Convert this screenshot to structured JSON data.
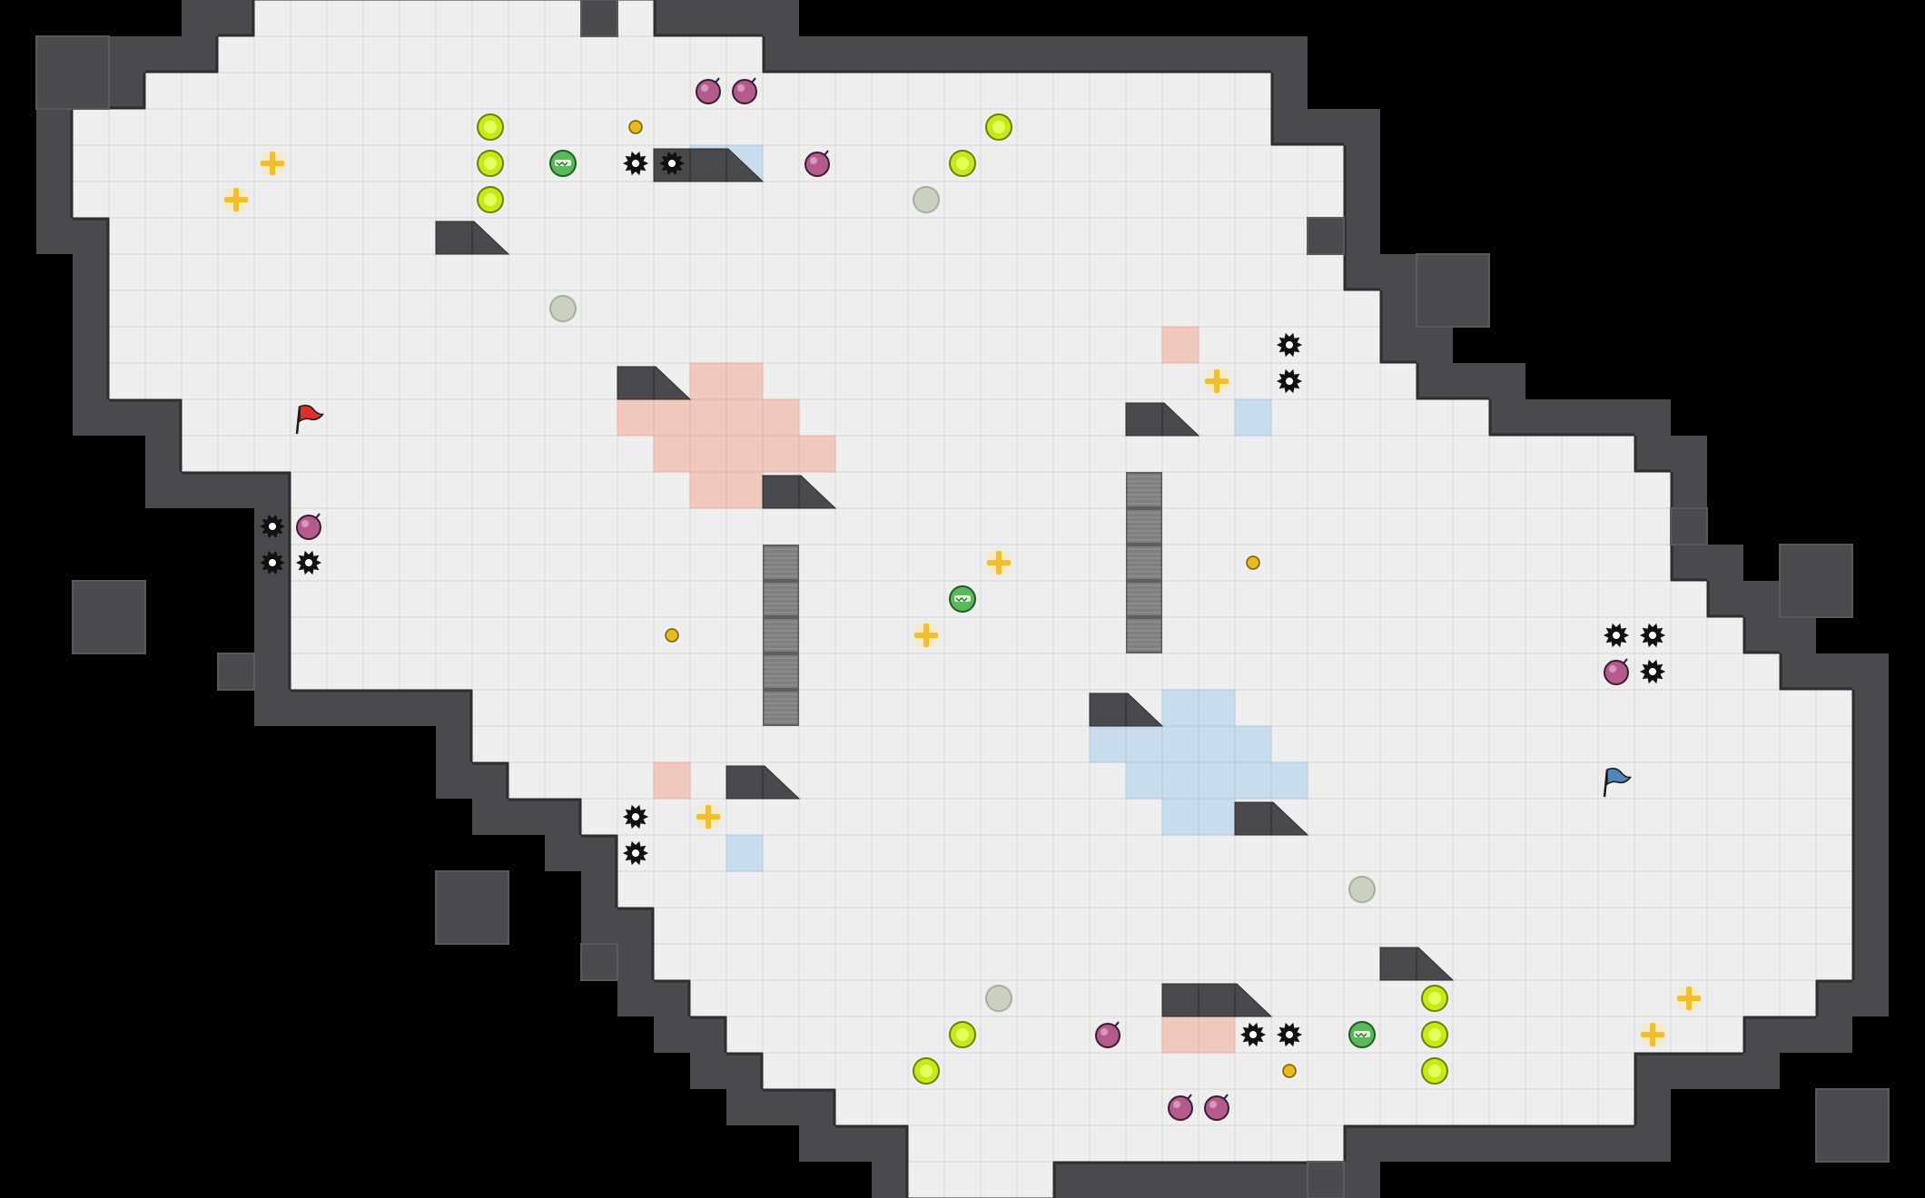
{
  "map": {
    "cols": 52,
    "rows": 33,
    "colors": {
      "background": "#000000",
      "floor": "#eeeeee",
      "grid_line": "#d6d6d6",
      "wall": "#4a4a4e",
      "wall_edge": "#2c2c2e",
      "red_tile": "#f0c8bc",
      "blue_tile": "#c8dced",
      "grate": "#7f7f82",
      "boost": "#c6e81a",
      "powerup": "#f5bd2a",
      "bomb": "#b35a8e",
      "spike": "#111111",
      "jukejuice": "#57b95a",
      "portal_inactive": "#c9d2c0",
      "button": "#e8b81c",
      "red_flag": "#d8322a",
      "blue_flag": "#4f88b8"
    },
    "floor_rows": [
      [
        7,
        17
      ],
      [
        6,
        20
      ],
      [
        4,
        34
      ],
      [
        2,
        34
      ],
      [
        2,
        36
      ],
      [
        2,
        36
      ],
      [
        3,
        36
      ],
      [
        3,
        36
      ],
      [
        3,
        37
      ],
      [
        3,
        37
      ],
      [
        3,
        38
      ],
      [
        5,
        40
      ],
      [
        5,
        44
      ],
      [
        8,
        45
      ],
      [
        8,
        45
      ],
      [
        8,
        45
      ],
      [
        8,
        46
      ],
      [
        8,
        47
      ],
      [
        8,
        48
      ],
      [
        13,
        50
      ],
      [
        13,
        50
      ],
      [
        14,
        50
      ],
      [
        16,
        50
      ],
      [
        17,
        50
      ],
      [
        17,
        50
      ],
      [
        18,
        50
      ],
      [
        18,
        50
      ],
      [
        19,
        49
      ],
      [
        20,
        47
      ],
      [
        21,
        44
      ],
      [
        23,
        44
      ],
      [
        25,
        36
      ],
      [
        25,
        28
      ]
    ]
  },
  "islands": [
    {
      "name": "island-a",
      "cells": [
        [
          1,
          1
        ],
        [
          2,
          1
        ],
        [
          1,
          2
        ],
        [
          2,
          2
        ]
      ]
    },
    {
      "name": "island-b",
      "cells": [
        [
          16,
          0
        ]
      ]
    },
    {
      "name": "island-c",
      "cells": [
        [
          2,
          16
        ],
        [
          3,
          16
        ],
        [
          2,
          17
        ],
        [
          3,
          17
        ]
      ]
    },
    {
      "name": "island-d",
      "cells": [
        [
          6,
          18
        ]
      ]
    },
    {
      "name": "island-e",
      "cells": [
        [
          36,
          6
        ]
      ]
    },
    {
      "name": "island-f",
      "cells": [
        [
          39,
          7
        ],
        [
          40,
          7
        ],
        [
          39,
          8
        ],
        [
          40,
          8
        ]
      ]
    },
    {
      "name": "island-g",
      "cells": [
        [
          46,
          14
        ]
      ]
    },
    {
      "name": "island-h",
      "cells": [
        [
          49,
          15
        ],
        [
          50,
          15
        ],
        [
          49,
          16
        ],
        [
          50,
          16
        ]
      ]
    },
    {
      "name": "island-i",
      "cells": [
        [
          12,
          24
        ],
        [
          13,
          24
        ],
        [
          12,
          25
        ],
        [
          13,
          25
        ]
      ]
    },
    {
      "name": "island-j",
      "cells": [
        [
          16,
          26
        ]
      ]
    },
    {
      "name": "island-k",
      "cells": [
        [
          50,
          30
        ],
        [
          51,
          30
        ],
        [
          50,
          31
        ],
        [
          51,
          31
        ]
      ]
    },
    {
      "name": "island-l",
      "cells": [
        [
          36,
          32
        ]
      ]
    }
  ],
  "wall_blocks": [
    {
      "cells": [
        [
          12,
          6
        ],
        [
          13,
          6
        ]
      ]
    },
    {
      "cells": [
        [
          17,
          10
        ],
        [
          18,
          10
        ]
      ]
    },
    {
      "cells": [
        [
          21,
          13
        ],
        [
          22,
          13
        ]
      ]
    },
    {
      "cells": [
        [
          31,
          11
        ],
        [
          32,
          11
        ]
      ]
    },
    {
      "cells": [
        [
          30,
          19
        ],
        [
          31,
          19
        ]
      ]
    },
    {
      "cells": [
        [
          34,
          22
        ],
        [
          35,
          22
        ]
      ]
    },
    {
      "cells": [
        [
          20,
          21
        ],
        [
          21,
          21
        ]
      ]
    },
    {
      "cells": [
        [
          38,
          26
        ],
        [
          39,
          26
        ]
      ]
    },
    {
      "cells": [
        [
          18,
          4
        ],
        [
          19,
          4
        ],
        [
          20,
          4
        ]
      ]
    },
    {
      "cells": [
        [
          32,
          27
        ],
        [
          33,
          27
        ],
        [
          34,
          27
        ]
      ]
    }
  ],
  "red_tiles": [
    [
      19,
      10
    ],
    [
      20,
      10
    ],
    [
      17,
      11
    ],
    [
      18,
      11
    ],
    [
      19,
      11
    ],
    [
      20,
      11
    ],
    [
      21,
      11
    ],
    [
      18,
      12
    ],
    [
      19,
      12
    ],
    [
      20,
      12
    ],
    [
      21,
      12
    ],
    [
      22,
      12
    ],
    [
      19,
      13
    ],
    [
      20,
      13
    ],
    [
      32,
      9
    ],
    [
      18,
      21
    ],
    [
      32,
      28
    ],
    [
      33,
      28
    ]
  ],
  "blue_tiles": [
    [
      19,
      4
    ],
    [
      20,
      4
    ],
    [
      34,
      11
    ],
    [
      32,
      19
    ],
    [
      33,
      19
    ],
    [
      30,
      20
    ],
    [
      31,
      20
    ],
    [
      32,
      20
    ],
    [
      33,
      20
    ],
    [
      34,
      20
    ],
    [
      31,
      21
    ],
    [
      32,
      21
    ],
    [
      33,
      21
    ],
    [
      34,
      21
    ],
    [
      35,
      21
    ],
    [
      32,
      22
    ],
    [
      33,
      22
    ],
    [
      20,
      23
    ]
  ],
  "grates": [
    [
      21,
      15
    ],
    [
      21,
      16
    ],
    [
      21,
      17
    ],
    [
      21,
      18
    ],
    [
      21,
      19
    ],
    [
      31,
      13
    ],
    [
      31,
      14
    ],
    [
      31,
      15
    ],
    [
      31,
      16
    ],
    [
      31,
      17
    ]
  ],
  "boosts": [
    [
      13,
      3
    ],
    [
      13,
      4
    ],
    [
      13,
      5
    ],
    [
      27,
      3
    ],
    [
      26,
      4
    ],
    [
      26,
      28
    ],
    [
      25,
      29
    ],
    [
      39,
      27
    ],
    [
      39,
      28
    ],
    [
      39,
      29
    ]
  ],
  "powerups": [
    [
      7,
      4
    ],
    [
      6,
      5
    ],
    [
      33,
      10
    ],
    [
      27,
      15
    ],
    [
      25,
      17
    ],
    [
      19,
      22
    ],
    [
      46,
      27
    ],
    [
      45,
      28
    ]
  ],
  "bombs": [
    [
      19,
      2
    ],
    [
      20,
      2
    ],
    [
      22,
      4
    ],
    [
      8,
      14
    ],
    [
      44,
      18
    ],
    [
      32,
      30
    ],
    [
      33,
      30
    ],
    [
      30,
      28
    ]
  ],
  "spikes": [
    [
      17,
      4
    ],
    [
      18,
      4
    ],
    [
      35,
      9
    ],
    [
      35,
      10
    ],
    [
      7,
      14
    ],
    [
      7,
      15
    ],
    [
      8,
      15
    ],
    [
      17,
      22
    ],
    [
      17,
      23
    ],
    [
      44,
      17
    ],
    [
      45,
      17
    ],
    [
      45,
      18
    ],
    [
      34,
      28
    ],
    [
      35,
      28
    ]
  ],
  "jukejuice": [
    [
      15,
      4
    ],
    [
      26,
      16
    ],
    [
      37,
      28
    ]
  ],
  "portals": [
    [
      25,
      5
    ],
    [
      15,
      8
    ],
    [
      37,
      24
    ],
    [
      27,
      27
    ]
  ],
  "buttons": [
    [
      17,
      3
    ],
    [
      18,
      17
    ],
    [
      34,
      15
    ],
    [
      35,
      29
    ]
  ],
  "flags": [
    {
      "team": "red",
      "cell": [
        8,
        11
      ]
    },
    {
      "team": "blue",
      "cell": [
        44,
        21
      ]
    }
  ]
}
